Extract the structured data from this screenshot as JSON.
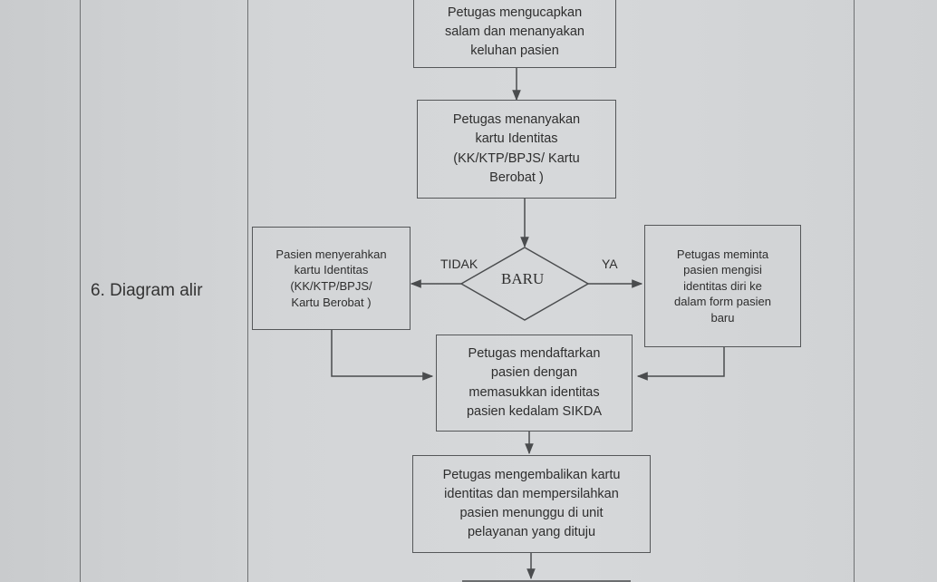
{
  "section": {
    "label": "6. Diagram alir"
  },
  "flowchart": {
    "step_greet": [
      "Petugas mengucapkan",
      "salam dan menanyakan",
      "keluhan pasien"
    ],
    "step_ask_id": [
      "Petugas menanyakan",
      "kartu Identitas",
      "(KK/KTP/BPJS/ Kartu",
      "Berobat )"
    ],
    "decision": "BARU",
    "branch_no": "TIDAK",
    "branch_yes": "YA",
    "step_hand_id": [
      "Pasien menyerahkan",
      "kartu Identitas",
      "(KK/KTP/BPJS/",
      "Kartu Berobat )"
    ],
    "step_new_form": [
      "Petugas meminta",
      "pasien mengisi",
      "identitas diri ke",
      "dalam form pasien",
      "baru"
    ],
    "step_register": [
      "Petugas mendaftarkan",
      "pasien dengan",
      "memasukkan identitas",
      "pasien kedalam SIKDA"
    ],
    "step_return": [
      "Petugas mengembalikan kartu",
      "identitas dan mempersilahkan",
      "pasien menunggu di unit",
      "pelayanan yang dituju"
    ]
  }
}
